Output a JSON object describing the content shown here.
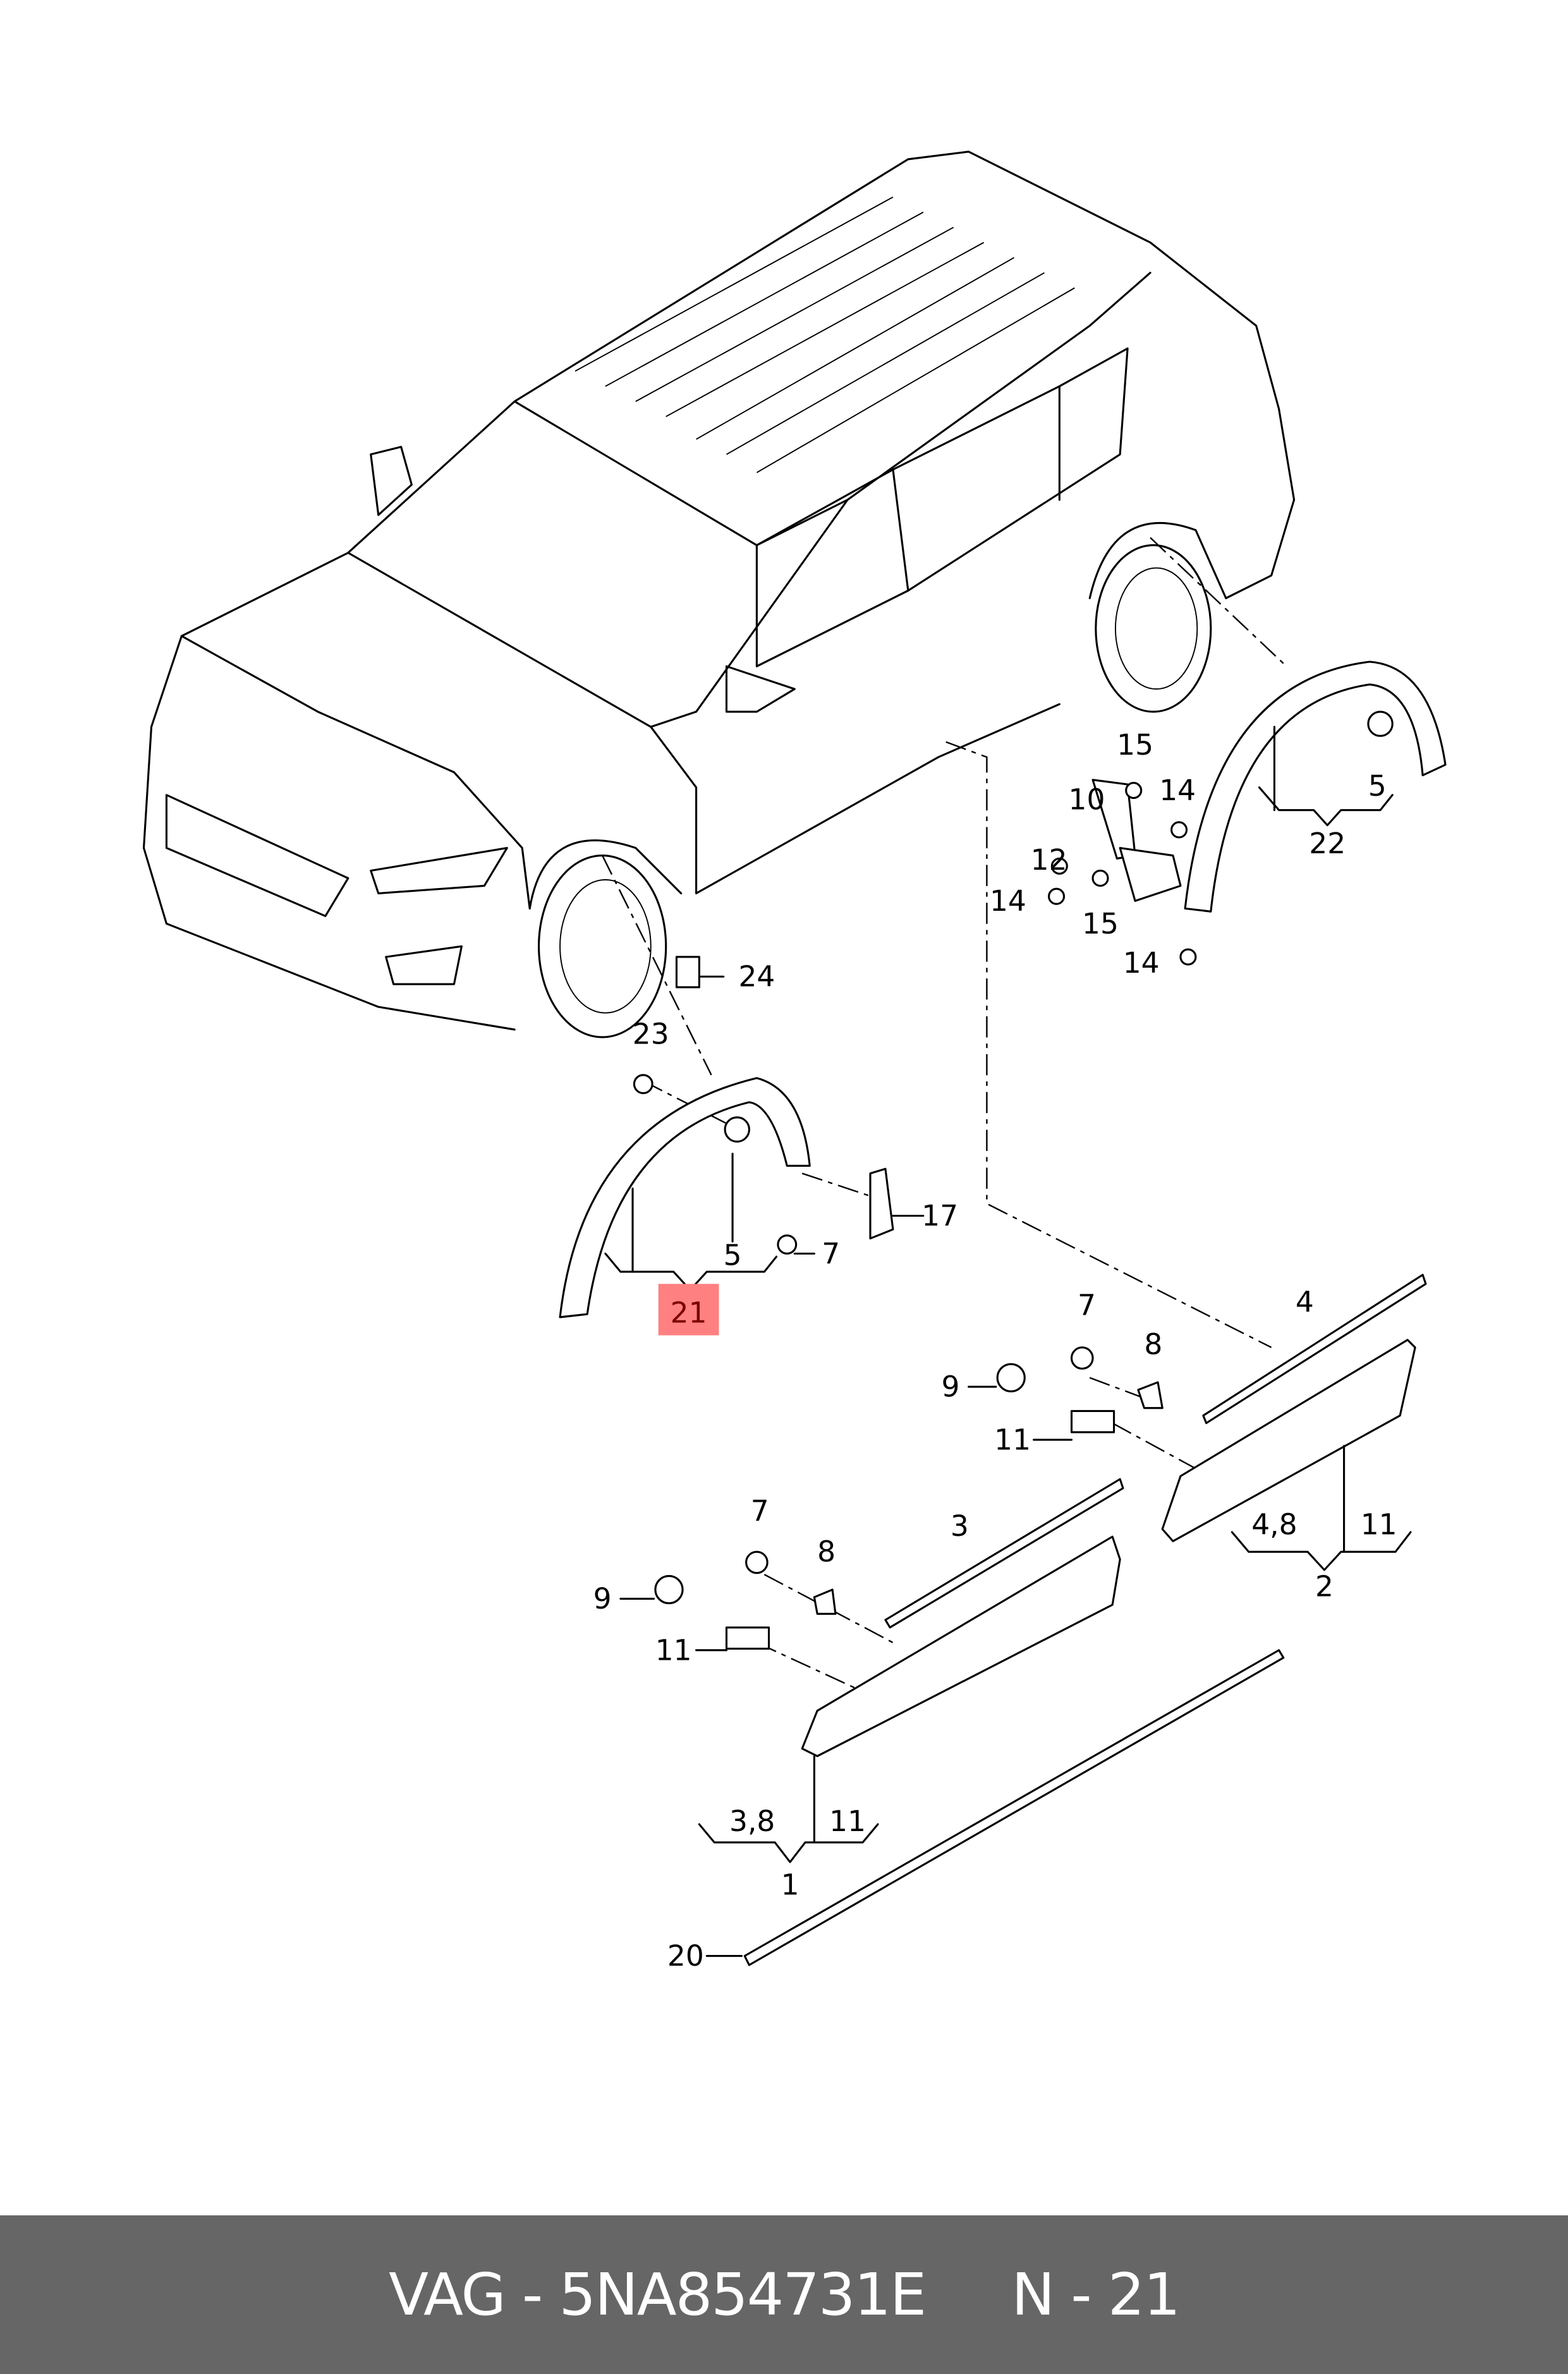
{
  "footer": {
    "brand": "VAG",
    "separator": " - ",
    "part_number": "5NA854731E",
    "position_prefix": "N",
    "position_number": "21"
  },
  "highlight_color": "#ff8080",
  "labels": {
    "l15a": "15",
    "l10": "10",
    "l14a": "14",
    "l12": "12",
    "l14b": "14",
    "l15b": "15",
    "l14c": "14",
    "l22": "22",
    "l5a": "5",
    "l24": "24",
    "l23": "23",
    "l17": "17",
    "l5b": "5",
    "l7a": "7",
    "l21": "21",
    "l7b": "7",
    "l4": "4",
    "l8a": "8",
    "l9a": "9",
    "l11a": "11",
    "l48": "4,8",
    "l11b": "11",
    "l2": "2",
    "l7c": "7",
    "l3": "3",
    "l8b": "8",
    "l9b": "9",
    "l11c": "11",
    "l38": "3,8",
    "l11d": "11",
    "l1": "1",
    "l20": "20"
  }
}
